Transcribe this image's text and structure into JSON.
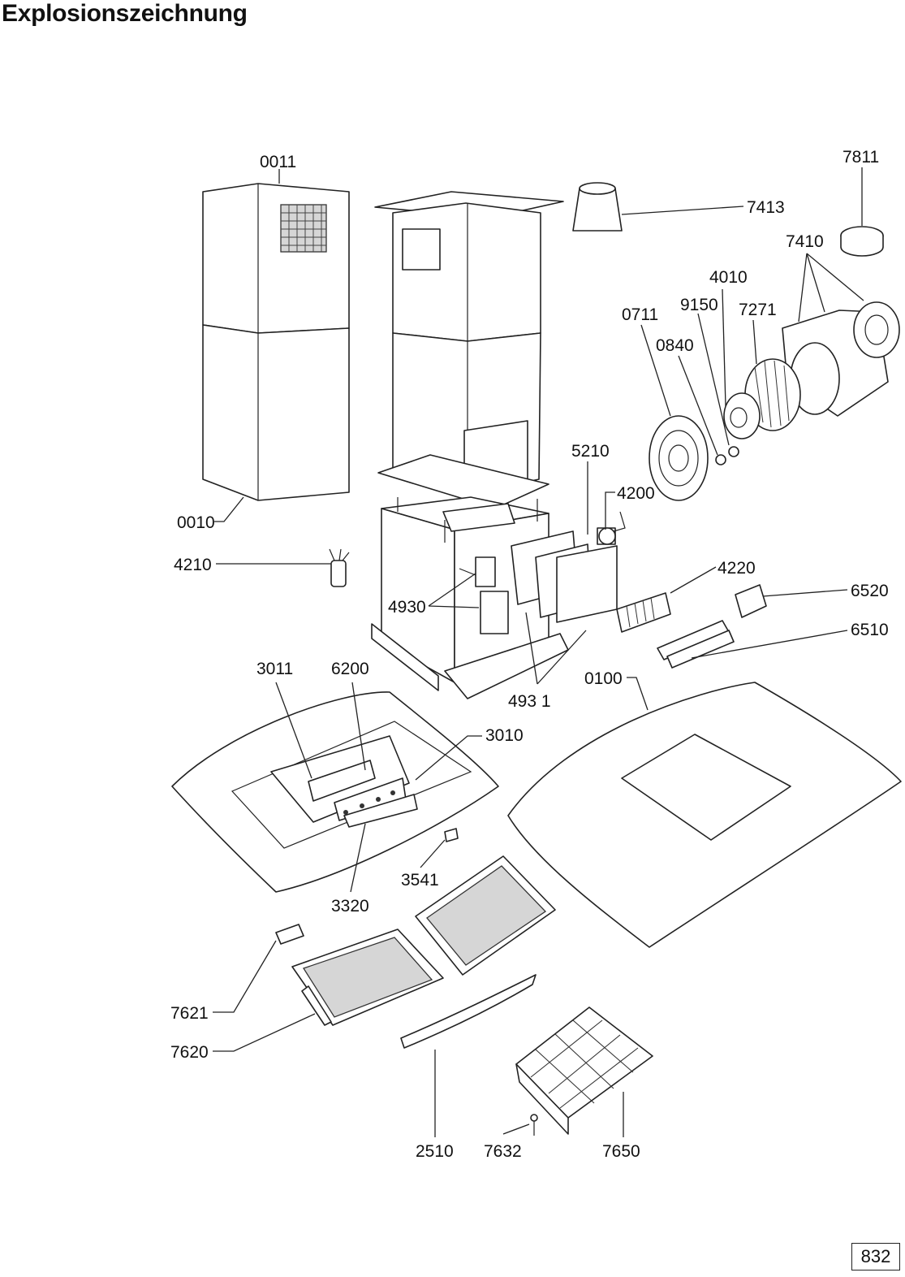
{
  "page": {
    "title": "Explosionszeichnung",
    "page_number": "832"
  },
  "labels": {
    "l0011": "0011",
    "l0010": "0010",
    "l4210": "4210",
    "l7811": "7811",
    "l7413": "7413",
    "l7410": "7410",
    "l4010": "4010",
    "l9150": "9150",
    "l7271": "7271",
    "l0711": "0711",
    "l0840": "0840",
    "l5210": "5210",
    "l4200": "4200",
    "l4220": "4220",
    "l6520": "6520",
    "l6510": "6510",
    "l4930": "4930",
    "l4931": "493 1",
    "l0100": "0100",
    "l3011": "3011",
    "l6200": "6200",
    "l3010": "3010",
    "l3541": "3541",
    "l3320": "3320",
    "l7621": "7621",
    "l7620": "7620",
    "l2510": "2510",
    "l7632": "7632",
    "l7650": "7650"
  }
}
